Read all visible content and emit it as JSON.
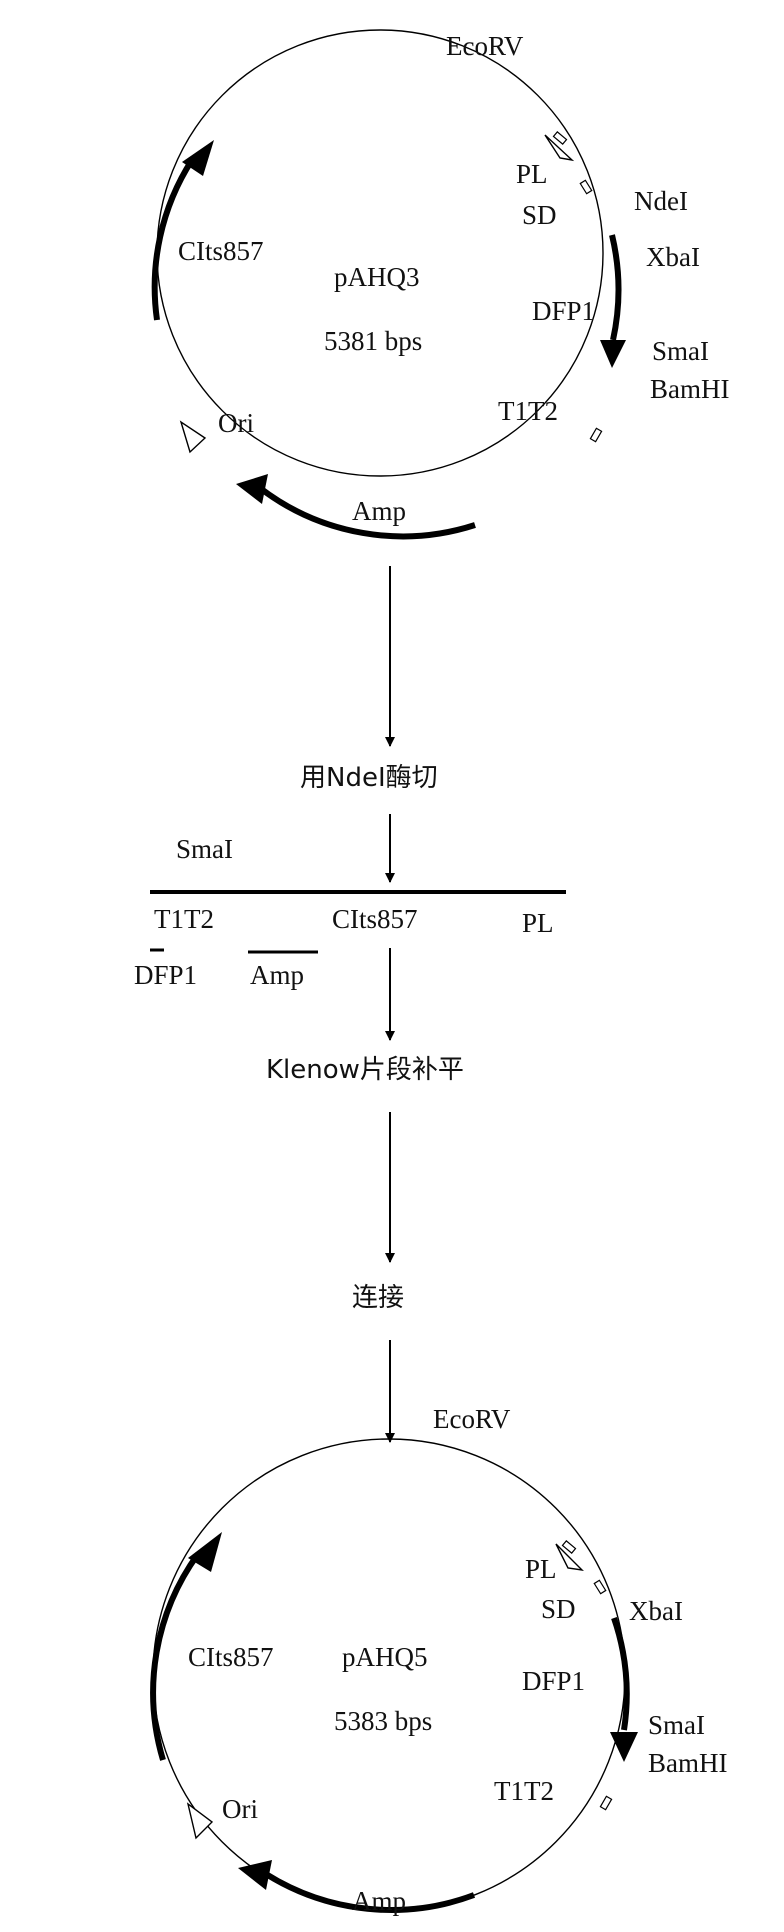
{
  "plasmid1": {
    "name": "pAHQ3",
    "size": "5381 bps",
    "labels": {
      "ecorv": "EcoRV",
      "pl": "PL",
      "sd": "SD",
      "ndei": "NdeI",
      "xbai": "XbaI",
      "dfp1": "DFP1",
      "smai": "SmaI",
      "bamhi": "BamHI",
      "t1t2": "T1T2",
      "amp": "Amp",
      "ori": "Ori",
      "clts": "CIts857"
    }
  },
  "steps": {
    "digest": "用NdeI酶切",
    "klenow": "Klenow片段补平",
    "ligate": "连接"
  },
  "linear": {
    "smai": "SmaI",
    "t1t2": "T1T2",
    "clts": "CIts857",
    "pl": "PL",
    "dfp1": "DFP1",
    "amp": "Amp"
  },
  "plasmid2": {
    "name": "pAHQ5",
    "size": "5383 bps",
    "labels": {
      "ecorv": "EcoRV",
      "pl": "PL",
      "sd": "SD",
      "xbai": "XbaI",
      "dfp1": "DFP1",
      "smai": "SmaI",
      "bamhi": "BamHI",
      "t1t2": "T1T2",
      "amp": "Amp",
      "ori": "Ori",
      "clts": "CIts857"
    }
  }
}
